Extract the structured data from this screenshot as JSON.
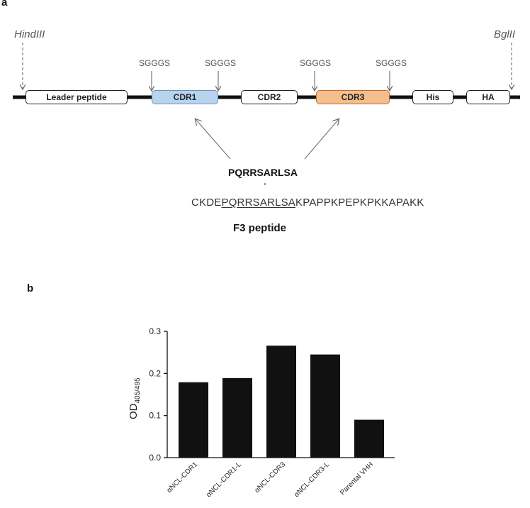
{
  "panel_a": {
    "label": "a",
    "restriction_sites": {
      "left": "HindIII",
      "right": "BglII"
    },
    "linker": "SGGGS",
    "segments": {
      "leader": "Leader peptide",
      "cdr1": "CDR1",
      "cdr2": "CDR2",
      "cdr3": "CDR3",
      "his": "His",
      "ha": "HA"
    },
    "insert_peptide": "PQRRSARLSA",
    "sequence": {
      "prefix": "CKDE",
      "underlined": "PQRRSARLSA",
      "suffix": "KPAPPKPEPKPKKAPAKK"
    },
    "peptide_name": "F3 peptide"
  },
  "panel_b": {
    "label": "b"
  },
  "chart_data": {
    "type": "bar",
    "ylabel_main": "OD",
    "ylabel_sub": "405/495",
    "categories": [
      "αNCL-CDR1",
      "αNCL-CDR1-L",
      "αNCL-CDR3",
      "αNCL-CDR3-L",
      "Parental VHH"
    ],
    "values": [
      0.179,
      0.189,
      0.266,
      0.245,
      0.09
    ],
    "ylim": [
      0,
      0.3
    ],
    "yticks": [
      "0.0",
      "0.1",
      "0.2",
      "0.3"
    ],
    "bar_color": "#111111"
  }
}
